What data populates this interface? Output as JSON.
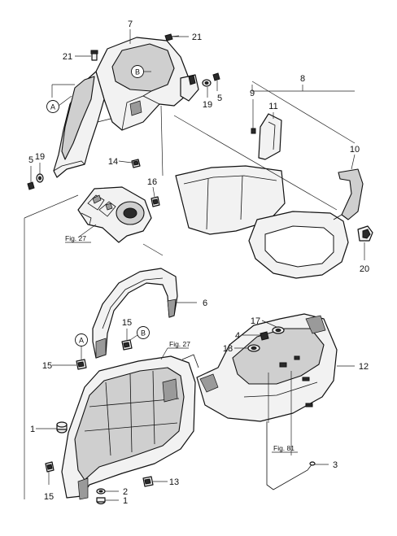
{
  "callouts": {
    "c1a": "1",
    "c1b": "1",
    "c2": "2",
    "c3": "3",
    "c4": "4",
    "c5a": "5",
    "c5b": "5",
    "c6": "6",
    "c7": "7",
    "c8": "8",
    "c9": "9",
    "c10": "10",
    "c11": "11",
    "c12": "12",
    "c13": "13",
    "c14": "14",
    "c15a": "15",
    "c15b": "15",
    "c15c": "15",
    "c16": "16",
    "c17": "17",
    "c18": "18",
    "c19a": "19",
    "c19b": "19",
    "c20": "20",
    "c21a": "21",
    "c21b": "21"
  },
  "circled_refs": {
    "a_top": "A",
    "b_top": "B",
    "a_bottom": "A",
    "b_bottom": "B"
  },
  "figure_refs": {
    "fig27_top": "Fig. 27",
    "fig27_mid": "Fig. 27",
    "fig81": "Fig. 81"
  }
}
